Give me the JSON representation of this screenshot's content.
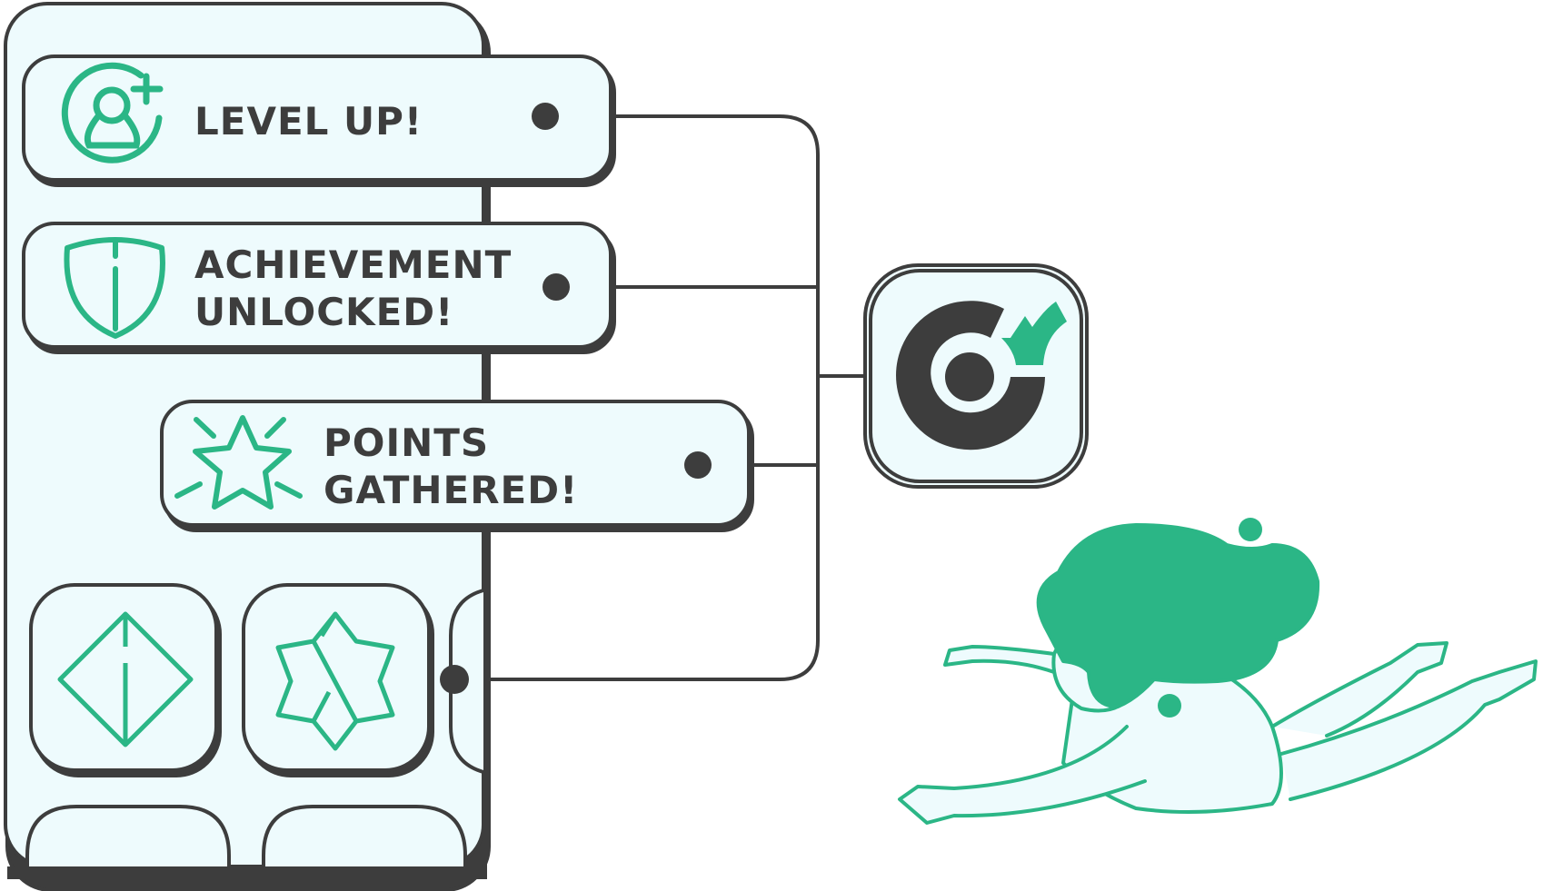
{
  "colors": {
    "outline": "#3d3d3d",
    "accent": "#2bb686",
    "panel_fill": "#eefbfd",
    "background": "#ffffff"
  },
  "cards": [
    {
      "id": "level-up",
      "icon": "user-plus-icon",
      "lines": [
        "LEVEL UP!"
      ]
    },
    {
      "id": "achievement",
      "icon": "shield-icon",
      "lines": [
        "ACHIEVEMENT",
        "UNLOCKED!"
      ]
    },
    {
      "id": "points",
      "icon": "sparkle-star-icon",
      "lines": [
        "POINTS",
        "GATHERED!"
      ]
    }
  ],
  "tiles": [
    {
      "id": "diamond",
      "icon": "diamond-icon"
    },
    {
      "id": "star",
      "icon": "star-badge-icon"
    }
  ],
  "hub": {
    "icon": "brand-logo-icon"
  },
  "illustration": {
    "icon": "flying-person-illustration"
  }
}
